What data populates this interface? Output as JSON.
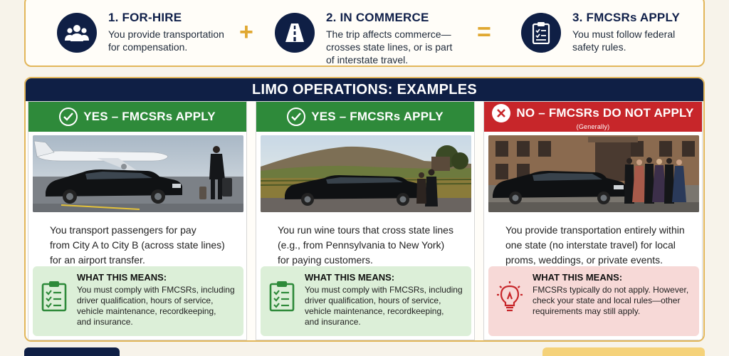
{
  "steps": [
    {
      "title": "1. FOR-HIRE",
      "lines": [
        "You provide transportation",
        "for compensation."
      ],
      "icon": "people-group-icon"
    },
    {
      "title": "2. IN COMMERCE",
      "lines": [
        "The trip affects commerce—",
        "crosses state lines, or is part",
        "of interstate travel."
      ],
      "icon": "road-icon"
    },
    {
      "title": "3. FMCSRs APPLY",
      "lines": [
        "You must follow federal",
        "safety rules."
      ],
      "icon": "clipboard-checklist-icon"
    }
  ],
  "operators": {
    "plus": "+",
    "equals": "="
  },
  "examples": {
    "heading": "LIMO OPERATIONS: EXAMPLES",
    "cards": [
      {
        "status": "YES – FMCSRs APPLY",
        "kind": "yes",
        "lines": [
          "You transport passengers for pay",
          "from City A to City B (across state lines)",
          "for an airport transfer."
        ],
        "means_title": "WHAT THIS MEANS:",
        "means_lines": [
          "You must comply with FMCSRs, including",
          "driver qualification, hours of service,",
          "vehicle maintenance, recordkeeping,",
          "and insurance."
        ],
        "means_icon": "clipboard-checklist-icon"
      },
      {
        "status": "YES – FMCSRs APPLY",
        "kind": "yes",
        "lines": [
          "You run wine tours that cross state lines",
          "(e.g., from Pennsylvania to New York)",
          "for paying customers."
        ],
        "means_title": "WHAT THIS MEANS:",
        "means_lines": [
          "You must comply with FMCSRs, including",
          "driver qualification, hours of service,",
          "vehicle maintenance, recordkeeping,",
          "and insurance."
        ],
        "means_icon": "clipboard-checklist-icon"
      },
      {
        "status": "NO – FMCSRs DO NOT APPLY",
        "substatus": "(Generally)",
        "kind": "no",
        "lines": [
          "You provide transportation entirely within",
          "one state (no interstate travel) for local",
          "proms, weddings, or private events."
        ],
        "means_title": "WHAT THIS MEANS:",
        "means_lines": [
          "FMCSRs typically do not apply. However,",
          "check your state and local rules—other",
          "requirements may still apply."
        ],
        "means_icon": "lightbulb-icon"
      }
    ]
  },
  "colors": {
    "navy": "#0f1f45",
    "gold": "#e0a831",
    "green": "#2e8a3a",
    "red": "#c7262a"
  }
}
